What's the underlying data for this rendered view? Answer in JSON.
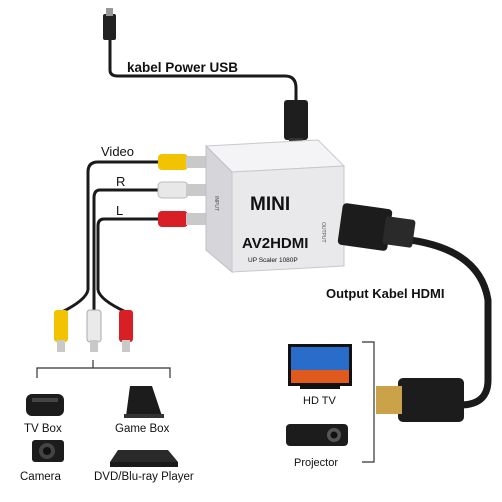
{
  "labels": {
    "power": "kabel Power USB",
    "video": "Video",
    "r": "R",
    "l": "L",
    "output": "Output Kabel HDMI"
  },
  "device": {
    "brand": "MINI",
    "model": "AV2HDMI",
    "subtitle": "UP Scaler 1080P",
    "side_input": "INPUT",
    "side_output": "OUTPUT"
  },
  "sources": {
    "tv_box": "TV Box",
    "game_box": "Game Box",
    "camera": "Camera",
    "dvd": "DVD/Blu-ray Player"
  },
  "outputs": {
    "hdtv": "HD TV",
    "projector": "Projector"
  },
  "colors": {
    "video_plug": "#f2c300",
    "audio_right": "#e8e8e8",
    "audio_left": "#d81f26",
    "cable": "#1a1a1a",
    "device_body": "#e9e9ec"
  }
}
